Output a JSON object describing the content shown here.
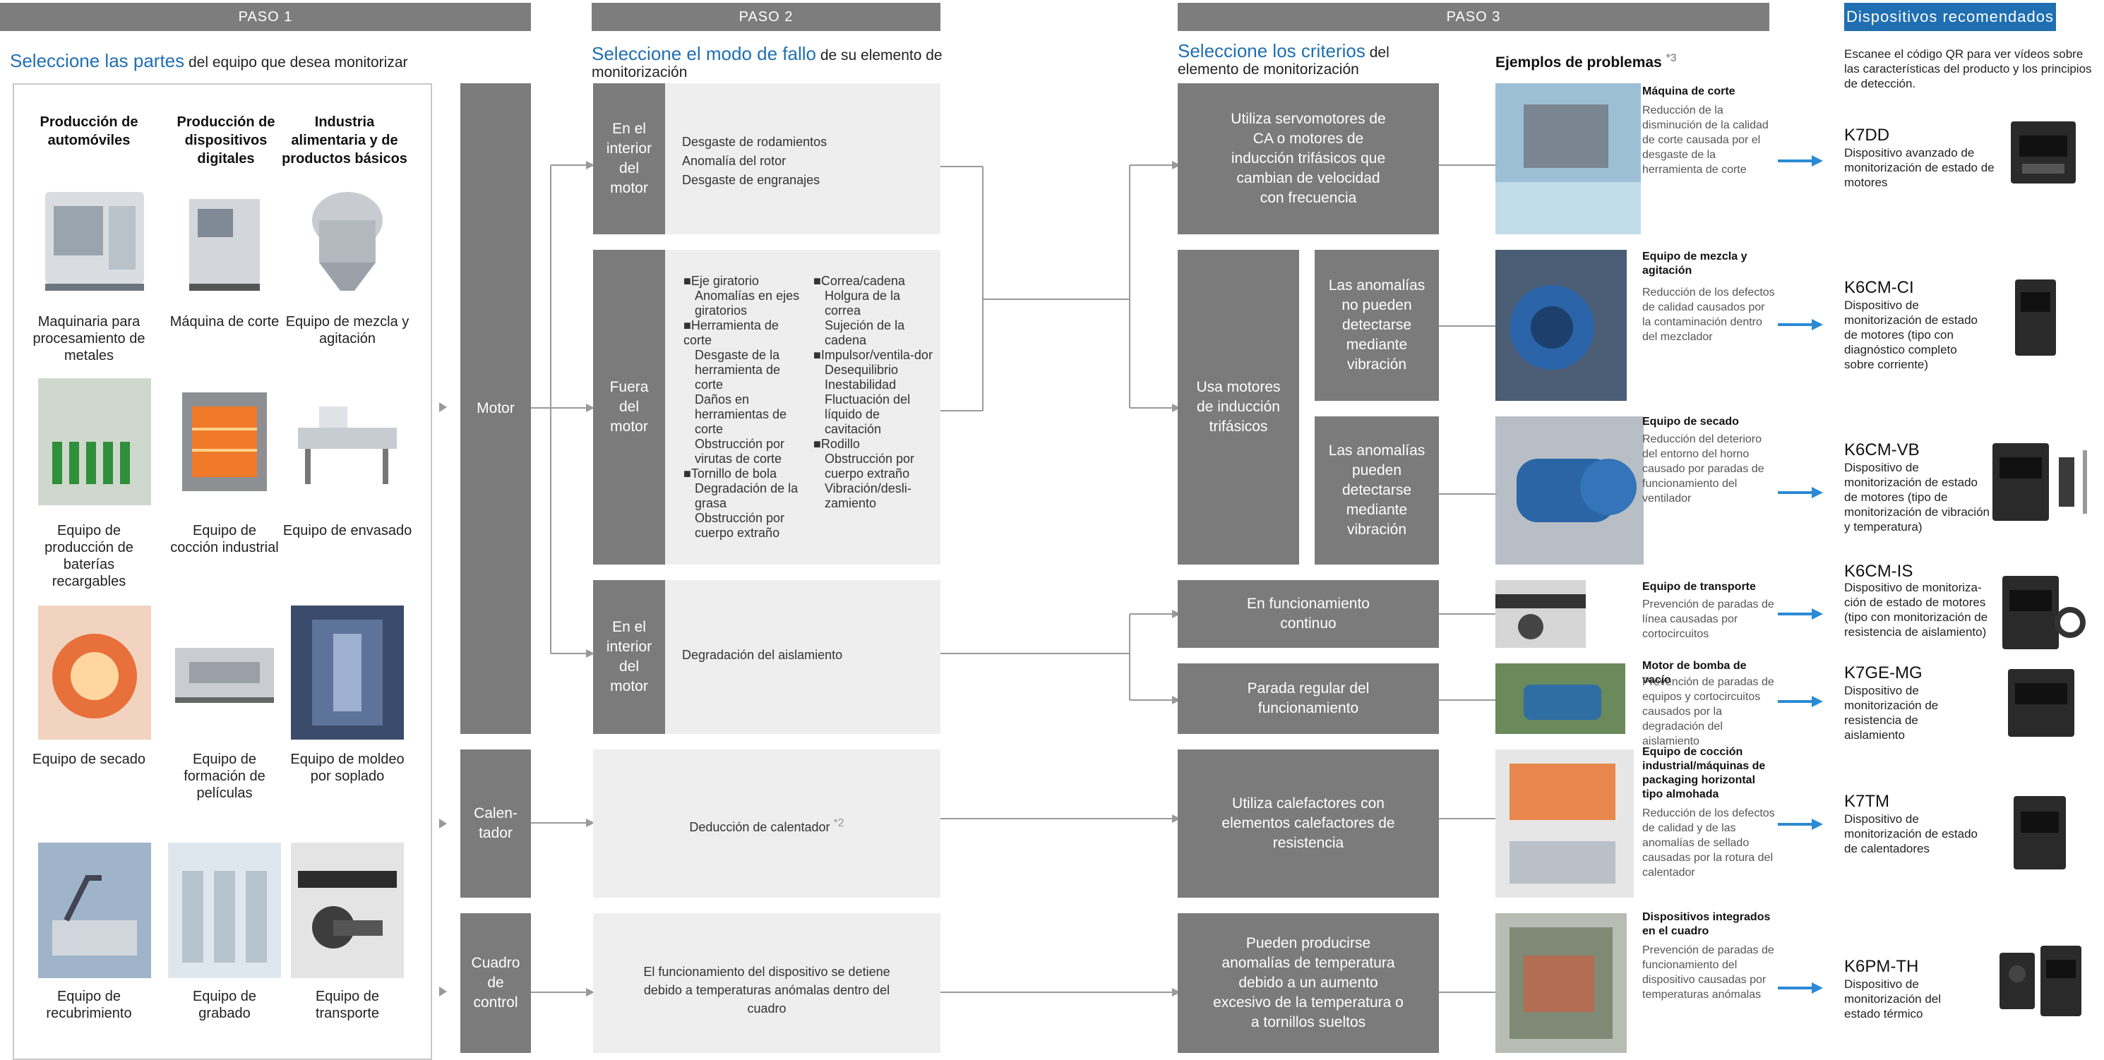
{
  "headers": {
    "step1": "PASO 1",
    "step2": "PASO 2",
    "step3": "PASO 3",
    "recommended": "Dispositivos recomendados"
  },
  "step1_lead": {
    "highlight": "Seleccione las partes",
    "rest": " del equipo que desea monitorizar"
  },
  "step2_lead": {
    "highlight": "Seleccione el modo de fallo",
    "rest": " de su elemento de monitorización"
  },
  "step3_lead": {
    "highlight": "Seleccione los criterios",
    "rest": " del elemento de monitorización"
  },
  "examples_title": "Ejemplos de problemas",
  "examples_note": "*3",
  "qr_text": "Escanee el código QR para ver vídeos sobre las características del producto y los principios de detección.",
  "industries": {
    "col1": "Producción de automóviles",
    "col2": "Producción de dispositivos digitales",
    "col3": "Industria alimentaria y de productos básicos"
  },
  "equipment": [
    "Maquinaria para procesamiento de metales",
    "Máquina de corte",
    "Equipo de mezcla y agitación",
    "Equipo de producción de baterías recargables",
    "Equipo de cocción industrial",
    "Equipo de envasado",
    "Equipo de secado",
    "Equipo de formación de películas",
    "Equipo de moldeo por soplado",
    "Equipo de recubrimiento",
    "Equipo de grabado",
    "Equipo de transporte"
  ],
  "parts": {
    "motor": "Motor",
    "heater": "Calen-tador",
    "panel": "Cuadro de control"
  },
  "modes": {
    "inside1_label": "En el interior del motor",
    "inside1_items": [
      "Desgaste de rodamientos",
      "Anomalía del rotor",
      "Desgaste de engranajes"
    ],
    "outside_label": "Fuera del motor",
    "outside_col1": [
      "■Eje giratorio",
      "Anomalías en ejes giratorios",
      "■Herramienta de corte",
      "Desgaste de la herramienta de corte",
      "Daños en herramientas de corte",
      "Obstrucción por virutas de corte",
      "■Tornillo de bola",
      "Degradación de la grasa",
      "Obstrucción por cuerpo extraño"
    ],
    "outside_col2": [
      "■Correa/cadena",
      "Holgura de la correa",
      "Sujeción de la cadena",
      "■Impulsor/ventila-dor",
      "Desequilibrio",
      "Inestabilidad",
      "Fluctuación del líquido de cavitación",
      "■Rodillo",
      "Obstrucción por cuerpo extraño",
      "Vibración/desli-zamiento"
    ],
    "inside2_label": "En el interior del motor",
    "inside2_item": "Degradación del aislamiento",
    "heater_item": "Deducción de calentador",
    "heater_note": "*2",
    "panel_item": "El funcionamiento del dispositivo se detiene debido a temperaturas anómalas dentro del cuadro"
  },
  "criteria": {
    "c1": "Utiliza servomotores de CA o motores de inducción trifásicos que cambian de velocidad con frecuencia",
    "c2": "Usa motores de inducción trifásicos",
    "c2a": "Las anomalías no pueden detectarse mediante vibración",
    "c2b": "Las anomalías pueden detectarse mediante vibración",
    "c3": "En funcionamiento continuo",
    "c4": "Parada regular del funcionamiento",
    "c5": "Utiliza calefactores con elementos calefactores de resistencia",
    "c6": "Pueden producirse anomalías de temperatura debido a un aumento excesivo de la temperatura o a tornillos sueltos"
  },
  "examples": [
    {
      "title": "Máquina de corte",
      "desc": "Reducción de la disminución de la calidad de corte causada por el desgaste de la herramienta de corte"
    },
    {
      "title": "Equipo de mezcla y agitación",
      "desc": "Reducción de los defectos de calidad causados por la contaminación dentro del mezclador"
    },
    {
      "title": "Equipo de secado",
      "desc": "Reducción del deterioro del entorno del horno causado por paradas de funcionamiento del ventilador"
    },
    {
      "title": "Equipo de transporte",
      "desc": "Prevención de paradas de línea causadas por cortocircuitos"
    },
    {
      "title": "Motor de bomba de vacío",
      "desc": "Prevención de paradas de equipos y cortocircuitos causados por la degradación del aislamiento"
    },
    {
      "title": "Equipo de cocción industrial/máquinas de packaging horizontal tipo almohada",
      "desc": "Reducción de los defectos de calidad y de las anomalías de sellado causadas por la rotura del calentador"
    },
    {
      "title": "Dispositivos integrados en el cuadro",
      "desc": "Prevención de paradas de funcionamiento del dispositivo causadas por temperaturas anómalas"
    }
  ],
  "devices": [
    {
      "model": "K7DD",
      "desc": "Dispositivo avanzado de monitorización de estado de motores"
    },
    {
      "model": "K6CM-CI",
      "desc": "Dispositivo de monitorización de estado de motores (tipo con diagnóstico completo sobre corriente)"
    },
    {
      "model": "K6CM-VB",
      "desc": "Dispositivo de monitorización de estado de motores (tipo de monitorización de vibración y temperatura)"
    },
    {
      "model": "K6CM-IS",
      "desc": "Dispositivo de monitoriza-ción de estado de motores (tipo con monitorización de resistencia de aislamiento)"
    },
    {
      "model": "K7GE-MG",
      "desc": "Dispositivo de monitorización de resistencia de aislamiento"
    },
    {
      "model": "K7TM",
      "desc": "Dispositivo de monitorización de estado de calentadores"
    },
    {
      "model": "K6PM-TH",
      "desc": "Dispositivo de monitorización del estado térmico"
    }
  ],
  "colors": {
    "header_gray": "#7d7d7d",
    "accent_blue": "#1f6fb2",
    "box_dark": "#7b7b7b",
    "box_light": "#eeeeee"
  }
}
